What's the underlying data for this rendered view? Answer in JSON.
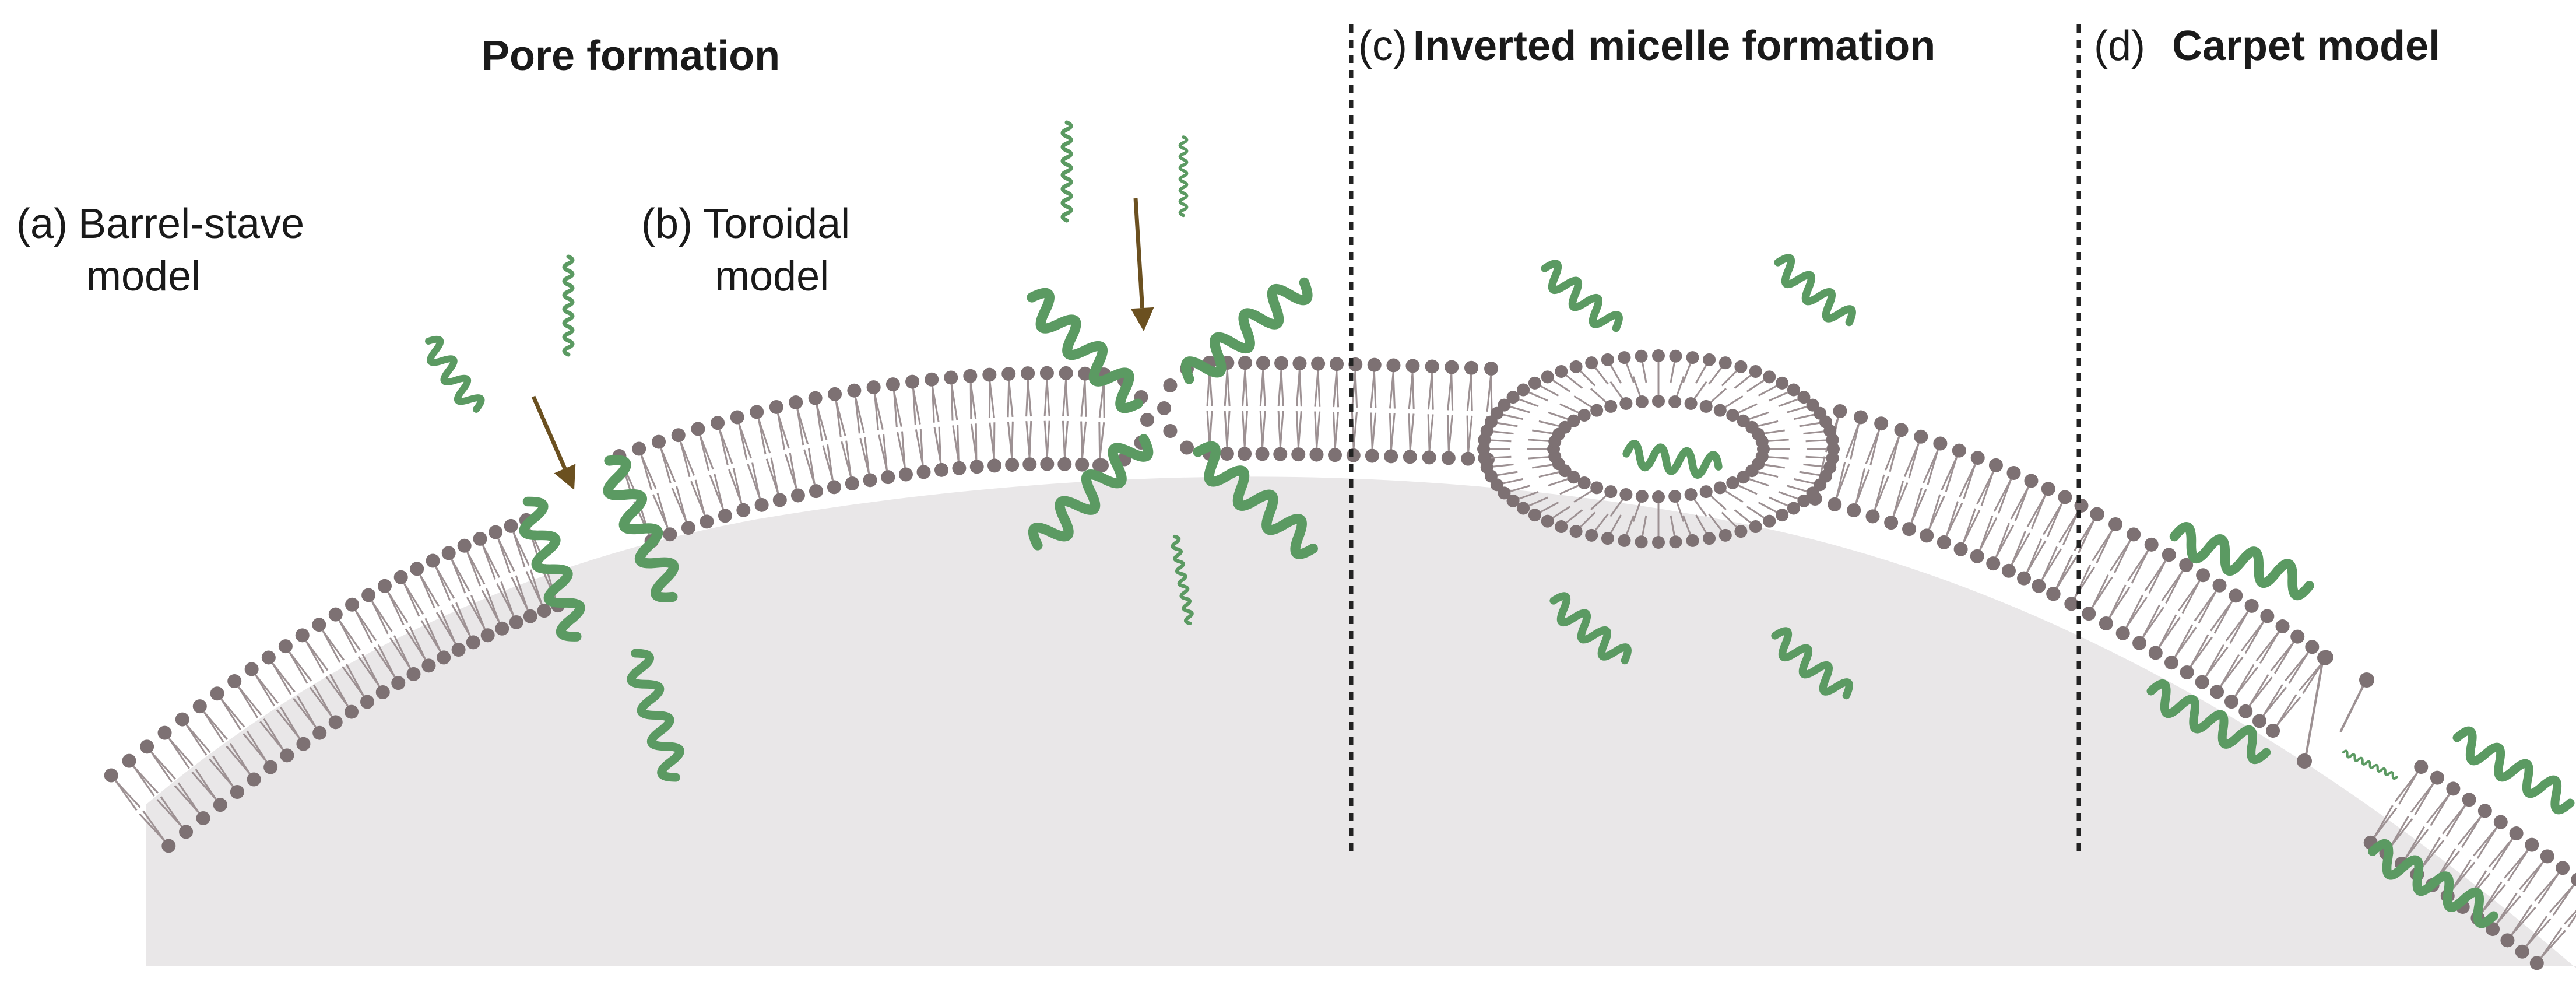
{
  "panels": {
    "pore_formation_title": "Pore formation",
    "a_prefix": "(a)",
    "a_line1": "Barrel-stave",
    "a_line2": "model",
    "b_prefix": "(b)",
    "b_line1": "Toroidal",
    "b_line2": "model",
    "c_prefix": "(c)",
    "c_title": "Inverted micelle formation",
    "d_prefix": "(d)",
    "d_title": "Carpet model"
  },
  "colors": {
    "lipid_head": "#7d7173",
    "lipid_tail": "#9d9193",
    "peptide": "#5b9a62",
    "cell_interior": "#e9e7e8",
    "arrow": "#6b5020",
    "divider": "#222222"
  }
}
